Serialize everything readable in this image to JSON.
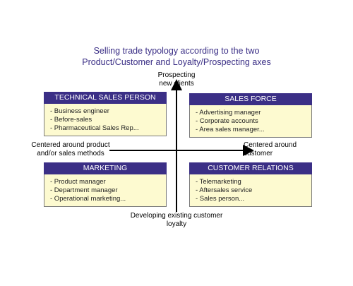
{
  "title": {
    "line1": "Selling trade typology according to the two",
    "line2": "Product/Customer and Loyalty/Prospecting axes"
  },
  "axes": {
    "top": [
      "Prospecting",
      "new clients"
    ],
    "bottom": [
      "Developing existing customer",
      "loyalty"
    ],
    "left": [
      "Centered around product",
      "and/or sales methods"
    ],
    "right": [
      "Centered around",
      "customer"
    ]
  },
  "quadrants": {
    "top_left": {
      "title": "TECHNICAL SALES PERSON",
      "items": [
        "- Business engineer",
        "- Before-sales",
        "- Pharmaceutical Sales Rep..."
      ]
    },
    "top_right": {
      "title": "SALES FORCE",
      "items": [
        "- Advertising manager",
        "- Corporate accounts",
        "- Area sales manager..."
      ]
    },
    "bottom_left": {
      "title": "MARKETING",
      "items": [
        "- Product manager",
        "- Department manager",
        "- Operational marketing..."
      ]
    },
    "bottom_right": {
      "title": "CUSTOMER RELATIONS",
      "items": [
        "- Telemarketing",
        "- Aftersales service",
        "- Sales person..."
      ]
    }
  },
  "colors": {
    "header_bg": "#3b2f86",
    "body_bg": "#fdfad0",
    "title_text": "#3b2f86"
  }
}
